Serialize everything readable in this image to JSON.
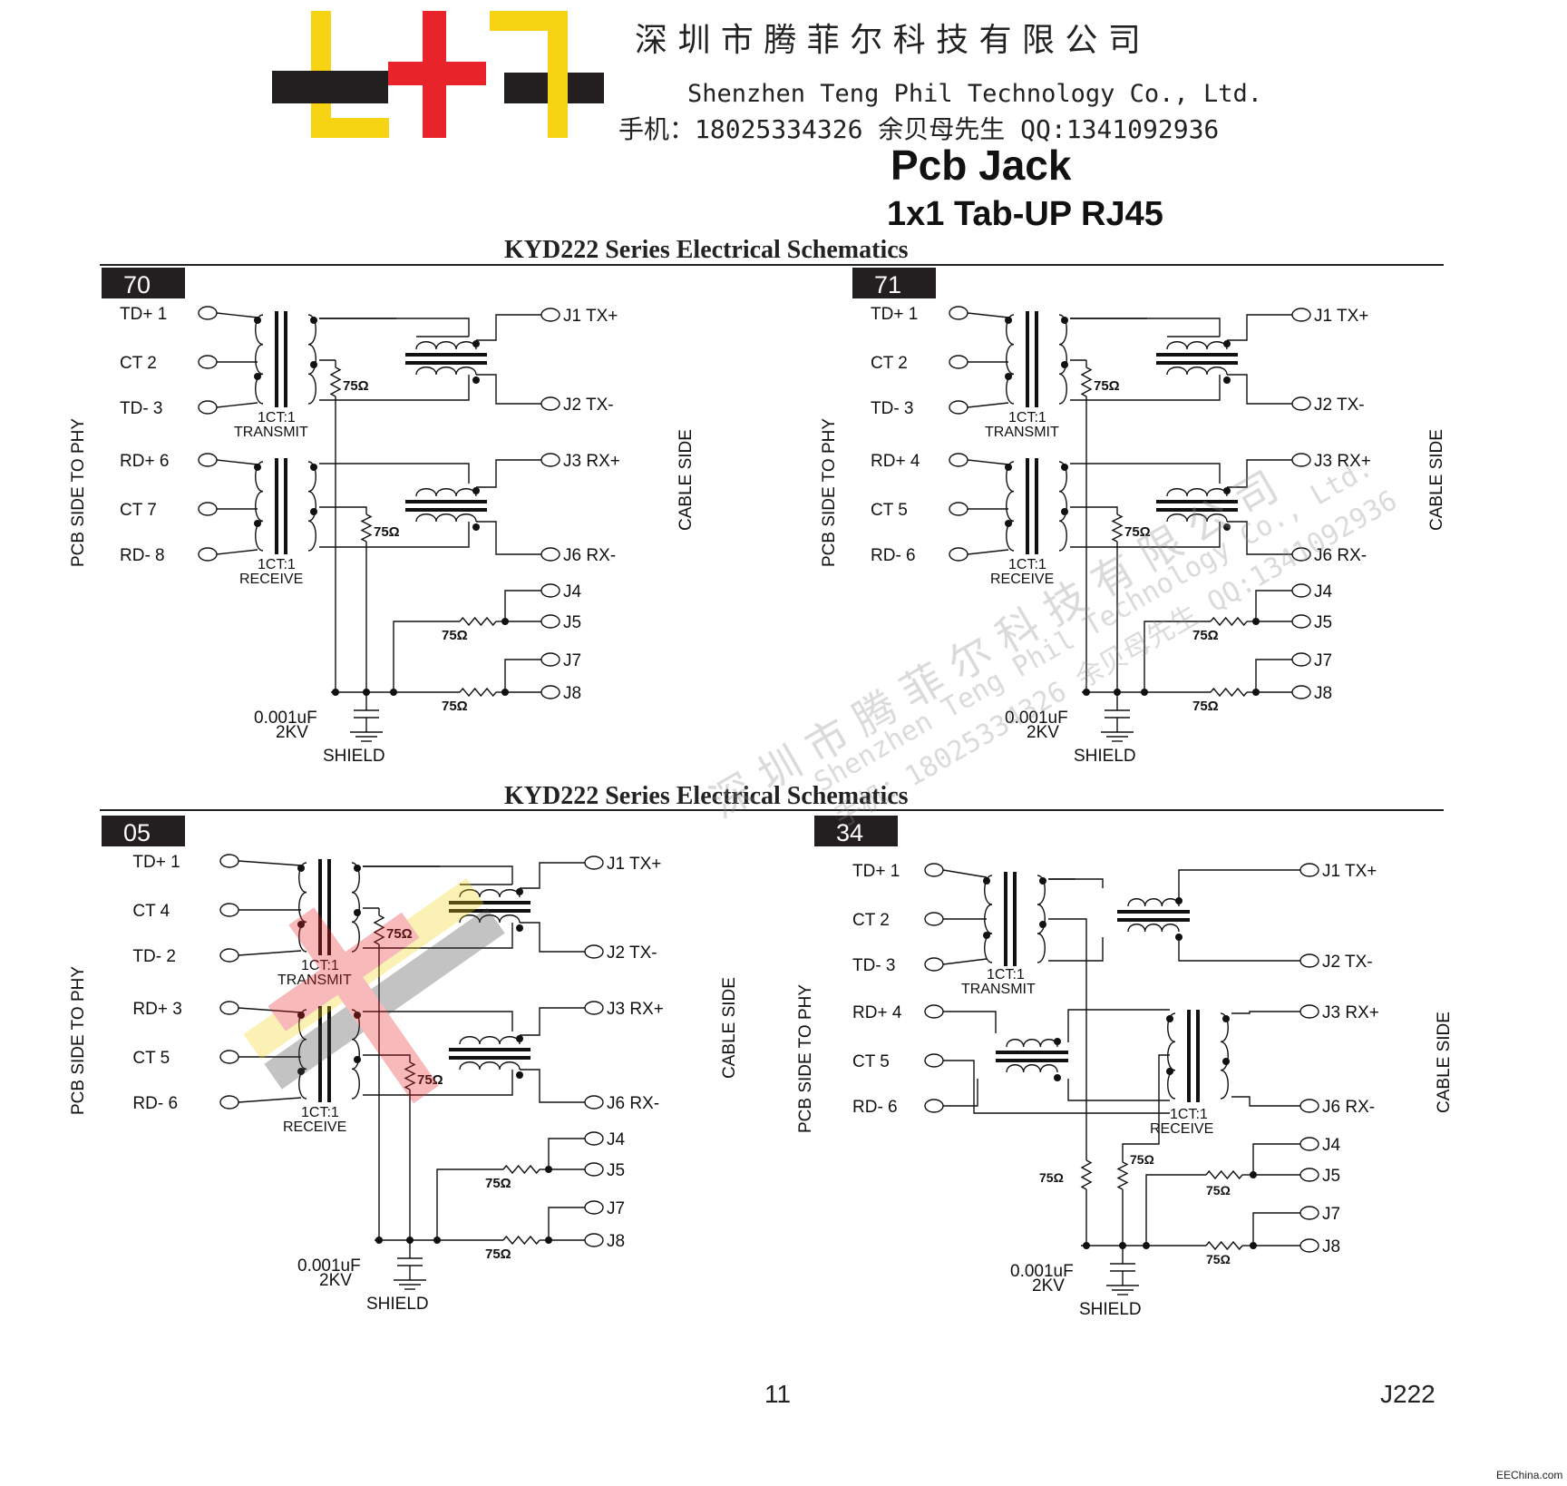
{
  "header": {
    "company_cn": "深 圳 市 腾 菲 尔 科 技 有 限 公 司",
    "company_en": "Shenzhen Teng Phil Technology Co., Ltd.",
    "contact": "手机：18025334326 余贝母先生    QQ:1341092936",
    "product_title": "Pcb Jack",
    "product_subtitle": "1x1 Tab-UP  RJ45",
    "colors": {
      "yellow": "#f6d313",
      "red": "#e8242a",
      "black": "#231f20"
    }
  },
  "section_titles": [
    "KYD222 Series Electrical Schematics",
    "KYD222 Series Electrical Schematics"
  ],
  "common_labels": {
    "transmit": "TRANSMIT",
    "receive": "RECEIVE",
    "ratio": "1CT:1",
    "pcb_side": "PCB SIDE TO PHY",
    "cable_side": "CABLE SIDE",
    "res": "75Ω",
    "cap1": "0.001uF",
    "cap2": "2KV",
    "shield": "SHIELD"
  },
  "panels": [
    {
      "code": "70",
      "left_pins": [
        "TD+ 1",
        "CT  2",
        "TD- 3",
        "RD+ 6",
        "CT  7",
        "RD- 8"
      ],
      "right_pins": [
        "J1 TX+",
        "J2 TX-",
        "J3 RX+",
        "J6 RX-",
        "J4",
        "J5",
        "J7",
        "J8"
      ]
    },
    {
      "code": "71",
      "left_pins": [
        "TD+ 1",
        "CT  2",
        "TD- 3",
        "RD+ 4",
        "CT  5",
        "RD- 6"
      ],
      "right_pins": [
        "J1 TX+",
        "J2 TX-",
        "J3 RX+",
        "J6 RX-",
        "J4",
        "J5",
        "J7",
        "J8"
      ]
    },
    {
      "code": "05",
      "left_pins": [
        "TD+ 1",
        "CT  4",
        "TD- 2",
        "RD+ 3",
        "CT  5",
        "RD- 6"
      ],
      "right_pins": [
        "J1 TX+",
        "J2 TX-",
        "J3 RX+",
        "J6 RX-",
        "J4",
        "J5",
        "J7",
        "J8"
      ]
    },
    {
      "code": "34",
      "left_pins": [
        "TD+ 1",
        "CT  2",
        "TD- 3",
        "RD+ 4",
        "CT  5",
        "RD- 6"
      ],
      "right_pins": [
        "J1 TX+",
        "J2 TX-",
        "J3 RX+",
        "J6 RX-",
        "J4",
        "J5",
        "J7",
        "J8"
      ]
    }
  ],
  "watermark": {
    "line1": "深 圳 市 腾 菲 尔 科 技 有 限 公 司",
    "line2": "Shenzhen Teng Phil Technology Co., Ltd.",
    "line3": "手机：18025334326 余贝母先生  QQ:1341092936"
  },
  "footer": {
    "page_number": "11",
    "doc_code": "J222",
    "source": "EEChina.com"
  }
}
